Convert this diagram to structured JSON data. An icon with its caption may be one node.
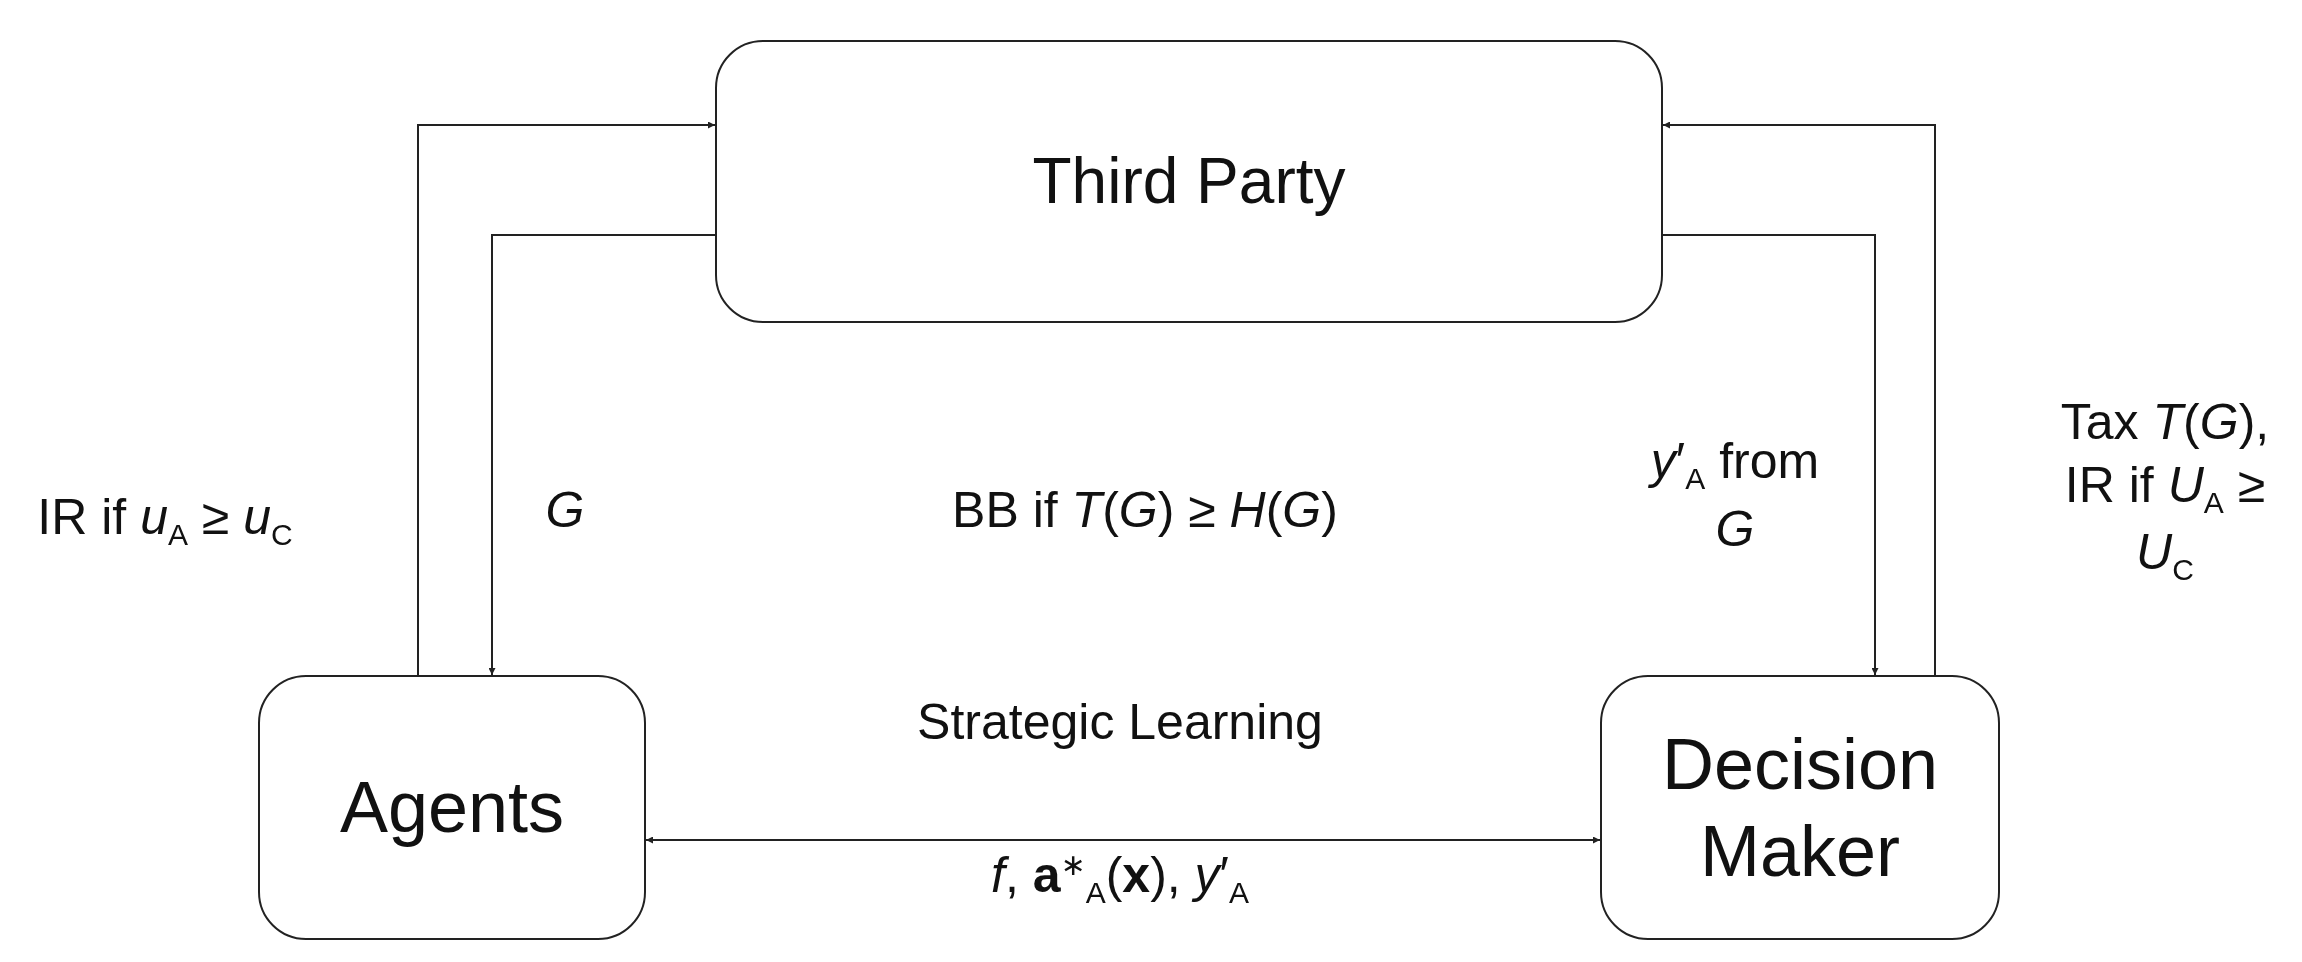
{
  "diagram": {
    "nodes": [
      {
        "text": [
          "Third Party"
        ]
      },
      {
        "text": [
          "Agents"
        ]
      },
      {
        "text": [
          "Decision Maker"
        ]
      }
    ],
    "edges": [
      {
        "from": 1,
        "to": 0,
        "arrow": "to",
        "label": "IR if *u*$_{A}$ ≥ *u*$_{C}$"
      },
      {
        "from": 0,
        "to": 1,
        "arrow": "to",
        "label": "*G*"
      },
      {
        "from": 0,
        "to": 2,
        "arrow": "to",
        "label": "*y*′$_{A}$ from *G*"
      },
      {
        "from": 2,
        "to": 0,
        "arrow": "to",
        "label": "Tax *T*(*G*), IR if *U*$_{A}$ ≥ *U*$_{C}$"
      },
      {
        "from": 1,
        "to": 2,
        "arrow": "both",
        "label": "Strategic Learning"
      }
    ],
    "labels": [
      "BB if *T*(*G*) ≥ *H*(*G*)",
      "*f*, **a**$^{∗}$$_{A}$(**x**), *y*′$_{A}$"
    ]
  }
}
